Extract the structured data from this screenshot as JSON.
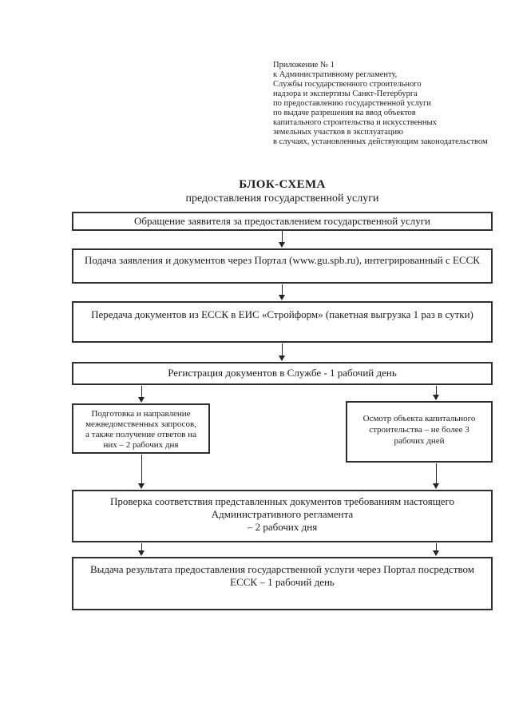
{
  "colors": {
    "background": "#ffffff",
    "ink": "#1c1c1c",
    "box_border": "#2e2e2e"
  },
  "annex": {
    "lines": [
      "Приложение № 1",
      "к Административному регламенту,",
      "Службы государственного строительного",
      "надзора и экспертизы Санкт-Петербурга",
      "по предоставлению государственной услуги",
      "по выдаче разрешения на ввод объектов",
      "капитального строительства и искусственных",
      "земельных участков в эксплуатацию",
      "в случаях, установленных действующим законодательством"
    ]
  },
  "title": {
    "main": "БЛОК-СХЕМА",
    "sub": "предоставления государственной услуги"
  },
  "flow": {
    "boxes": [
      {
        "id": "application-request",
        "label": "Обращение заявителя за предоставлением государственной  услуги"
      },
      {
        "id": "portal-submission",
        "label": "Подача заявления и документов через Портал (www.gu.spb.ru), интегрированный с ЕССК"
      },
      {
        "id": "essk-transfer",
        "label": "Передача документов из ЕССК в ЕИС «Стройформ» (пакетная выгрузка 1 раз в сутки)"
      },
      {
        "id": "registration",
        "label": "Регистрация документов в Службе - 1 рабочий день"
      },
      {
        "id": "interagency-requests",
        "label": "Подготовка и направление\nмежведомственных запросов,\nа также получение ответов на\nних – 2 рабочих дня"
      },
      {
        "id": "site-inspection",
        "label": "Осмотр объекта капитального\nстроительства – не более 3\nрабочих дней"
      },
      {
        "id": "document-check",
        "label": "Проверка соответствия представленных документов требованиям настоящего\nАдминистративного регламента\n– 2 рабочих дня"
      },
      {
        "id": "result-issuance",
        "label": "Выдача результата предоставления государственной услуги через Портал посредством\nЕССК – 1 рабочий день"
      }
    ]
  }
}
